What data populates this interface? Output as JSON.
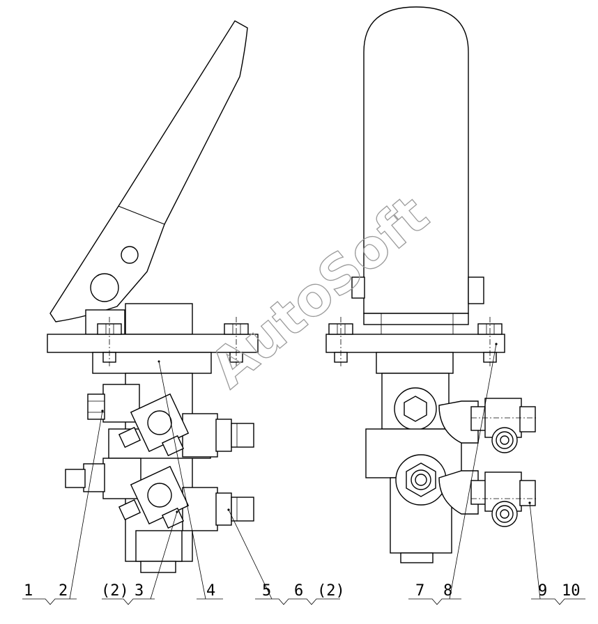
{
  "watermark": "AutoSoft",
  "callouts": {
    "c1": "1",
    "c2": "2",
    "c2a": "(2)",
    "c3": "3",
    "c4": "4",
    "c5": "5",
    "c6": "6",
    "c2b": "(2)",
    "c7": "7",
    "c8": "8",
    "c9": "9",
    "c10": "10"
  }
}
